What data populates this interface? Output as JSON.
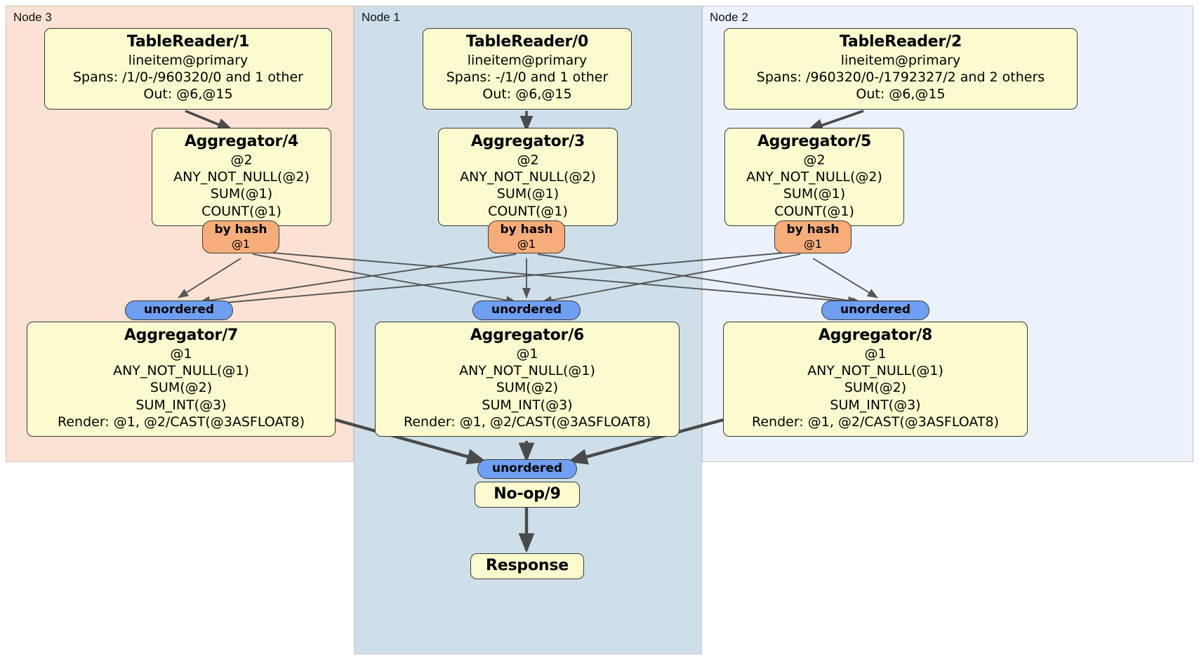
{
  "diagram": {
    "type": "distributed-query-plan",
    "title": "",
    "nodes": [
      {
        "id": "node3",
        "label": "Node 3",
        "color": "#fce2d4"
      },
      {
        "id": "node1",
        "label": "Node 1",
        "color": "#cfdfe9"
      },
      {
        "id": "node2",
        "label": "Node 2",
        "color": "#ecf2fc"
      }
    ],
    "processors": {
      "table_reader_1": {
        "title": "TableReader/1",
        "l1": "lineitem@primary",
        "l2": "Spans: /1/0-/960320/0 and 1 other",
        "l3": "Out: @6,@15"
      },
      "table_reader_0": {
        "title": "TableReader/0",
        "l1": "lineitem@primary",
        "l2": "Spans: -/1/0 and 1 other",
        "l3": "Out: @6,@15"
      },
      "table_reader_2": {
        "title": "TableReader/2",
        "l1": "lineitem@primary",
        "l2": "Spans: /960320/0-/1792327/2 and 2 others",
        "l3": "Out: @6,@15"
      },
      "aggregator_4": {
        "title": "Aggregator/4",
        "l1": "@2",
        "l2": "ANY_NOT_NULL(@2)",
        "l3": "SUM(@1)",
        "l4": "COUNT(@1)"
      },
      "aggregator_3": {
        "title": "Aggregator/3",
        "l1": "@2",
        "l2": "ANY_NOT_NULL(@2)",
        "l3": "SUM(@1)",
        "l4": "COUNT(@1)"
      },
      "aggregator_5": {
        "title": "Aggregator/5",
        "l1": "@2",
        "l2": "ANY_NOT_NULL(@2)",
        "l3": "SUM(@1)",
        "l4": "COUNT(@1)"
      },
      "aggregator_7": {
        "title": "Aggregator/7",
        "l1": "@1",
        "l2": "ANY_NOT_NULL(@1)",
        "l3": "SUM(@2)",
        "l4": "SUM_INT(@3)",
        "l5": "Render: @1, @2/CAST(@3ASFLOAT8)"
      },
      "aggregator_6": {
        "title": "Aggregator/6",
        "l1": "@1",
        "l2": "ANY_NOT_NULL(@1)",
        "l3": "SUM(@2)",
        "l4": "SUM_INT(@3)",
        "l5": "Render: @1, @2/CAST(@3ASFLOAT8)"
      },
      "aggregator_8": {
        "title": "Aggregator/8",
        "l1": "@1",
        "l2": "ANY_NOT_NULL(@1)",
        "l3": "SUM(@2)",
        "l4": "SUM_INT(@3)",
        "l5": "Render: @1, @2/CAST(@3ASFLOAT8)"
      },
      "noop_9": {
        "title": "No-op/9"
      },
      "response": {
        "title": "Response"
      }
    },
    "pills": {
      "hash_left": {
        "label": "by hash",
        "sub": "@1",
        "color": "#f7ad79"
      },
      "hash_center": {
        "label": "by hash",
        "sub": "@1",
        "color": "#f7ad79"
      },
      "hash_right": {
        "label": "by hash",
        "sub": "@1",
        "color": "#f7ad79"
      },
      "unordered_left": {
        "label": "unordered",
        "color": "#6e9ff0"
      },
      "unordered_center": {
        "label": "unordered",
        "color": "#6e9ff0"
      },
      "unordered_right": {
        "label": "unordered",
        "color": "#6e9ff0"
      },
      "unordered_final": {
        "label": "unordered",
        "color": "#6e9ff0"
      }
    },
    "colors": {
      "box_fill": "#fbfbcf",
      "box_stroke": "#3b3b3b",
      "hash_pill": "#f7ad79",
      "unordered_pill": "#6e9ff0",
      "edge_thin": "#555555",
      "edge_thick": "#4a4a4a"
    }
  }
}
